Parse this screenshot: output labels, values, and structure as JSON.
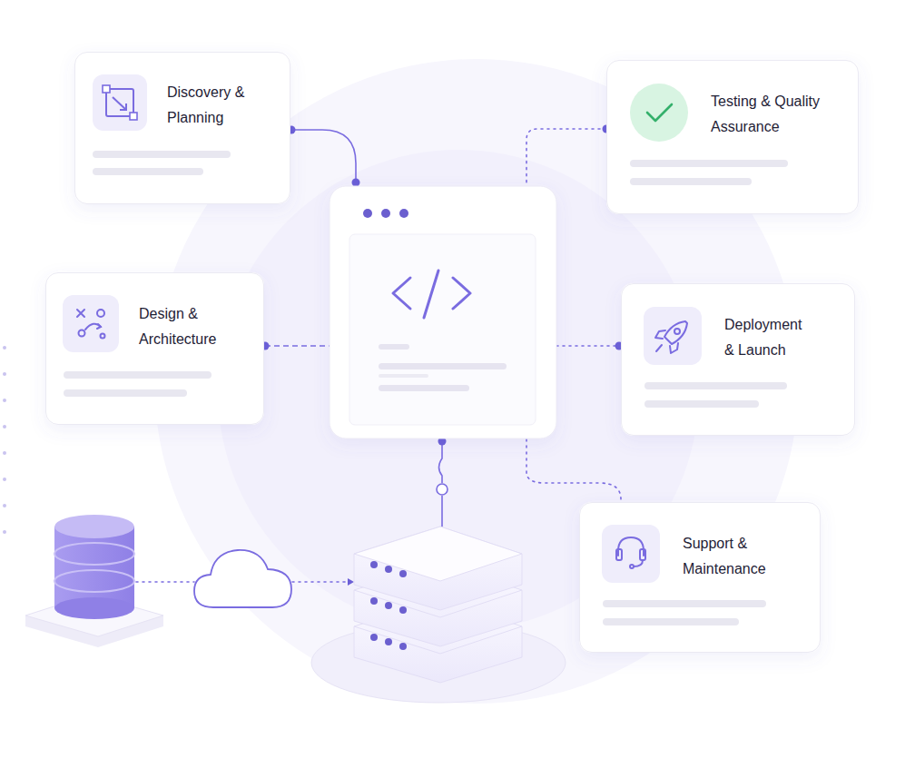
{
  "diagram": {
    "nodes": [
      {
        "text": [
          "Discovery & Planning"
        ]
      },
      {
        "text": [
          "Testing & Quality Assurance"
        ]
      },
      {
        "text": [
          "Design & Architecture"
        ]
      },
      {
        "text": [
          "Deployment & Launch"
        ]
      },
      {
        "text": [
          "Support & Maintenance"
        ]
      }
    ]
  }
}
